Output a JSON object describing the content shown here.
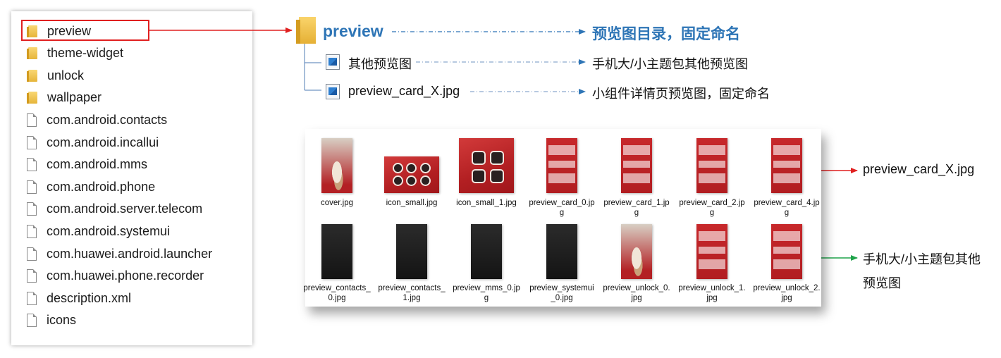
{
  "file_list": [
    {
      "name": "preview",
      "kind": "folder"
    },
    {
      "name": "theme-widget",
      "kind": "folder"
    },
    {
      "name": "unlock",
      "kind": "folder"
    },
    {
      "name": "wallpaper",
      "kind": "folder"
    },
    {
      "name": "com.android.contacts",
      "kind": "file"
    },
    {
      "name": "com.android.incallui",
      "kind": "file"
    },
    {
      "name": "com.android.mms",
      "kind": "file"
    },
    {
      "name": "com.android.phone",
      "kind": "file"
    },
    {
      "name": "com.android.server.telecom",
      "kind": "file"
    },
    {
      "name": "com.android.systemui",
      "kind": "file"
    },
    {
      "name": "com.huawei.android.launcher",
      "kind": "file"
    },
    {
      "name": "com.huawei.phone.recorder",
      "kind": "file"
    },
    {
      "name": "description.xml",
      "kind": "file"
    },
    {
      "name": "icons",
      "kind": "file"
    }
  ],
  "tree": {
    "root": "preview",
    "root_desc": "预览图目录，固定命名",
    "children": [
      {
        "name": "其他预览图",
        "desc": "手机大/小主题包其他预览图"
      },
      {
        "name": "preview_card_X.jpg",
        "desc": "小组件详情页预览图，固定命名"
      }
    ]
  },
  "thumbnails_row1": [
    {
      "caption": "cover.jpg",
      "style": "tiger"
    },
    {
      "caption": "icon_small.jpg",
      "style": "icons"
    },
    {
      "caption": "icon_small_1.jpg",
      "style": "icons-large"
    },
    {
      "caption": "preview_card_0.jpg",
      "style": "card"
    },
    {
      "caption": "preview_card_1.jpg",
      "style": "card"
    },
    {
      "caption": "preview_card_2.jpg",
      "style": "card"
    },
    {
      "caption": "preview_card_4.jpg",
      "style": "card"
    }
  ],
  "thumbnails_row2": [
    {
      "caption": "preview_contacts_0.jpg",
      "style": "dark"
    },
    {
      "caption": "preview_contacts_1.jpg",
      "style": "dark"
    },
    {
      "caption": "preview_mms_0.jpg",
      "style": "dark"
    },
    {
      "caption": "preview_systemui_0.jpg",
      "style": "dark"
    },
    {
      "caption": "preview_unlock_0.jpg",
      "style": "tiger"
    },
    {
      "caption": "preview_unlock_1.jpg",
      "style": "card"
    },
    {
      "caption": "preview_unlock_2.jpg",
      "style": "card"
    }
  ],
  "legend": {
    "card": "preview_card_X.jpg",
    "other_line1": "手机大/小主题包其他",
    "other_line2": "预览图"
  },
  "colors": {
    "accent_blue": "#2e75b6",
    "highlight_red": "#e02020",
    "group_green": "#1fa34a"
  }
}
